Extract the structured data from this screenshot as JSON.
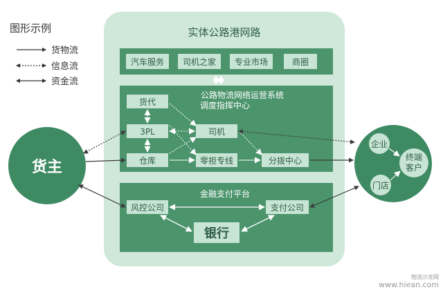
{
  "legend": {
    "title": "图形示例",
    "items": [
      {
        "label": "货物流",
        "line": "solid"
      },
      {
        "label": "信息流",
        "line": "dotted"
      },
      {
        "label": "资金流",
        "line": "solid-double"
      }
    ]
  },
  "network": {
    "title": "实体公路港网路",
    "services": [
      "汽车服务",
      "司机之家",
      "专业市场",
      "商圈"
    ],
    "dispatch_title_1": "公路物流网络运营系统",
    "dispatch_title_2": "调度指挥中心",
    "daidai": "货代",
    "third_pl": "3PL",
    "siji": "司机",
    "cangku": "仓库",
    "lingdan": "零担专线",
    "fenbo": "分拨中心",
    "finance_title": "金融支付平台",
    "fengkong": "风控公司",
    "zhifu": "支付公司",
    "yinhang": "银行"
  },
  "shipper": "货主",
  "customer": {
    "qiye": "企业",
    "mendian": "门店",
    "zhongduan_1": "终端",
    "zhongduan_2": "客户"
  },
  "watermark": {
    "line1": "物流沙龙网",
    "line2": "www.hiean.com"
  },
  "colors": {
    "dark_green": "#3e8a63",
    "panel_green": "#4b946c",
    "light_green": "#cfe8d9",
    "pill_green": "#c8e4d4",
    "frame_green": "#a8d3ba"
  }
}
